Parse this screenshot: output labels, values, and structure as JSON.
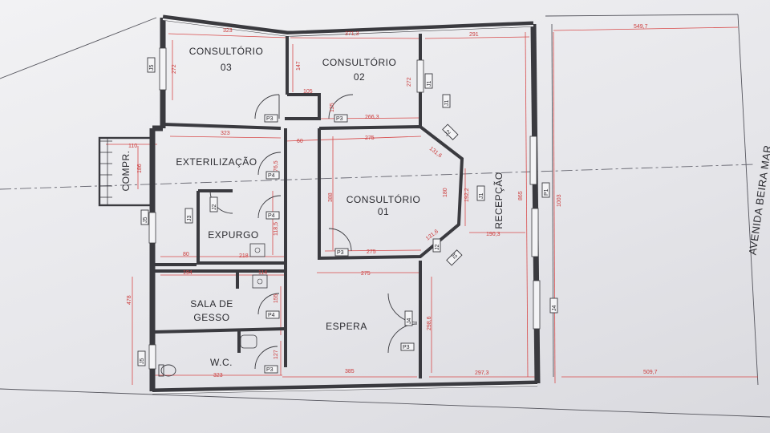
{
  "rooms": {
    "consultorio_03": [
      "CONSULTÓRIO",
      "03"
    ],
    "consultorio_02": [
      "CONSULTÓRIO",
      "02"
    ],
    "consultorio_01": [
      "CONSULTÓRIO",
      "01"
    ],
    "exterilizacao": "EXTERILIZAÇÃO",
    "expurgo": "EXPURGO",
    "sala_de_gesso": [
      "SALA DE",
      "GESSO"
    ],
    "wc": "W.C.",
    "espera": "ESPERA",
    "recepcao": "RECEPÇÃO",
    "compr": "COMPR."
  },
  "street": "AVENIDA BEIRA MAR",
  "door_tags": [
    "P3",
    "P3",
    "P4",
    "P4",
    "P3",
    "P4",
    "P3",
    "P3",
    "P1"
  ],
  "window_tags": [
    "J5",
    "J5",
    "J5",
    "J3",
    "J2",
    "J4",
    "J4",
    "J1",
    "J1",
    "J2",
    "J2",
    "J1",
    "J2"
  ],
  "dimensions": {
    "top_c03": "323",
    "top_c02": "371,3",
    "top_rec": "291",
    "top_right": "549,7",
    "c03_h": "272",
    "c02_h1": "147",
    "c02_h2": "105",
    "c02_h3": "125",
    "rec_h1": "272",
    "exter_w": "323",
    "c01_w1": "60",
    "c01_w2": "275",
    "c02_w2": "266,3",
    "compr_w": "110",
    "compr_h": "186",
    "c01_h": "388",
    "c01_w3": "275",
    "c01_w4": "275",
    "diag1": "131,6",
    "diag2": "131,6",
    "diag3": "180",
    "diag4": "192,2",
    "rec_w": "190,3",
    "rec_h": "865",
    "total_h": "1003",
    "expurgo_w": "218",
    "expurgo_h": "76,5",
    "expurgo_h2": "118,5",
    "exp_w2": "80",
    "gesso_w": "194",
    "gesso_h": "114",
    "gesso_h2": "155",
    "left_h": "478",
    "wc_h": "127",
    "wc_w": "323",
    "espera_w": "385",
    "rec_bottom": "297,3",
    "right_bottom": "509,7",
    "rec_h2": "298,6"
  }
}
